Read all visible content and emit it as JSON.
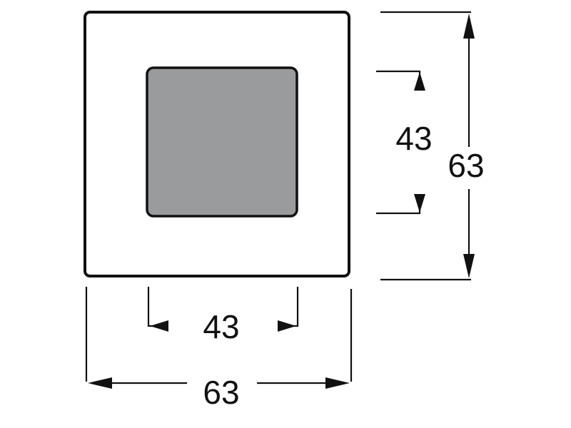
{
  "diagram": {
    "inner_width_label": "43",
    "inner_height_label": "43",
    "outer_width_label": "63",
    "outer_height_label": "63",
    "colors": {
      "line": "#111111",
      "frame_fill": "#ffffff",
      "insert_fill": "#9a9b9d",
      "background": "#ffffff"
    }
  }
}
